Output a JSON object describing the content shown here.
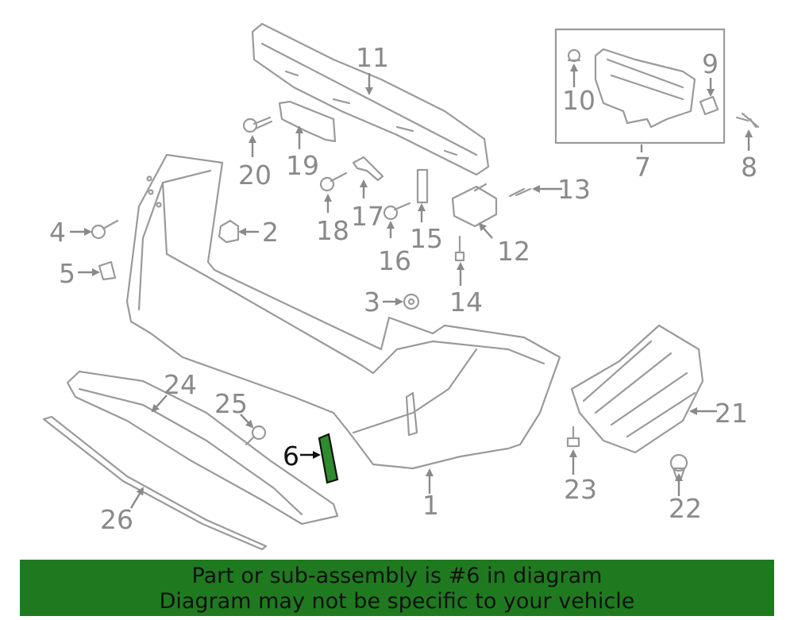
{
  "labels": {
    "l1": "1",
    "l2": "2",
    "l3": "3",
    "l4": "4",
    "l5": "5",
    "l6": "6",
    "l7": "7",
    "l8": "8",
    "l9": "9",
    "l10": "10",
    "l11": "11",
    "l12": "12",
    "l13": "13",
    "l14": "14",
    "l15": "15",
    "l16": "16",
    "l17": "17",
    "l18": "18",
    "l19": "19",
    "l20": "20",
    "l21": "21",
    "l22": "22",
    "l23": "23",
    "l24": "24",
    "l25": "25",
    "l26": "26"
  },
  "highlight": {
    "part_number": "6",
    "color": "#2e8b2e"
  },
  "banner": {
    "line1": "Part or sub-assembly is #6 in diagram",
    "line2": "Diagram may not be specific to your vehicle",
    "background": "#1f7a1f"
  }
}
